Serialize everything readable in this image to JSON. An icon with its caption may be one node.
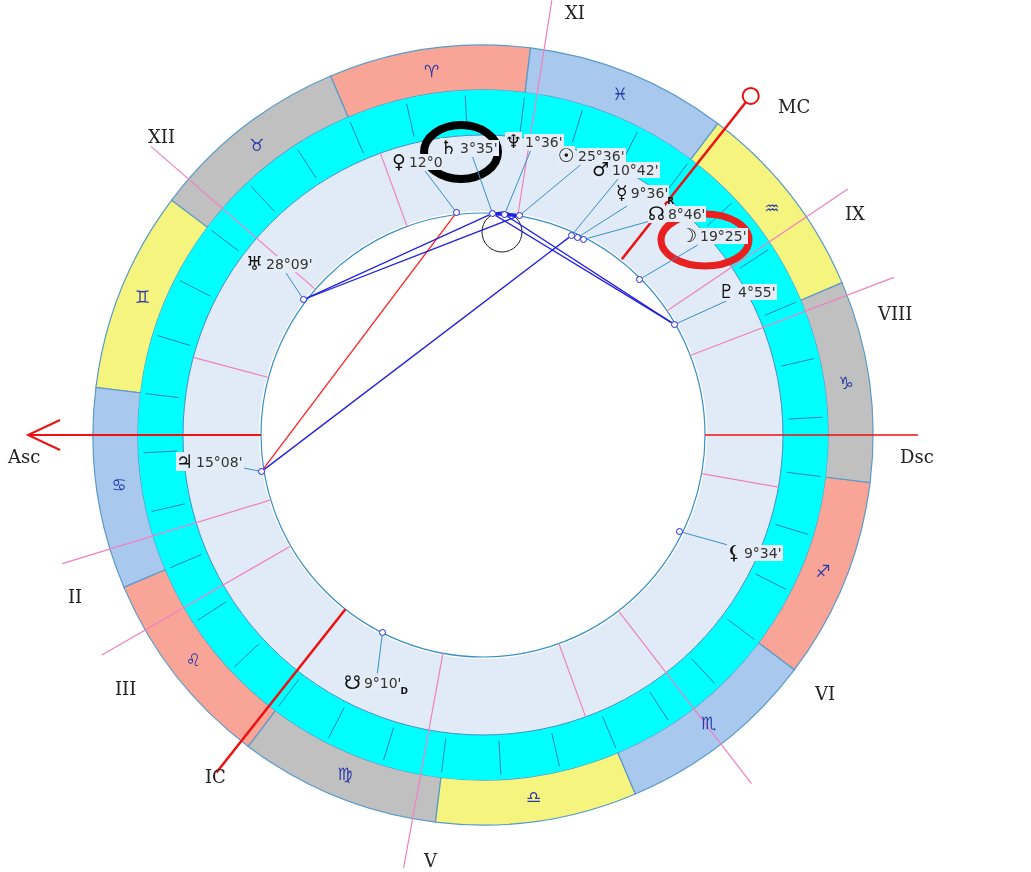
{
  "diagram": {
    "nodes": [
      {
        "text": [
          "♀",
          "12°0"
        ]
      },
      {
        "text": [
          "♄",
          "3°35'"
        ]
      },
      {
        "text": [
          "♆",
          "1°36'"
        ]
      },
      {
        "text": [
          "☉",
          "25°36'"
        ]
      },
      {
        "text": [
          "♂",
          "10°42'"
        ]
      },
      {
        "text": [
          "☿",
          "9°36'",
          "R"
        ]
      },
      {
        "text": [
          "☊",
          "8°46'"
        ]
      },
      {
        "text": [
          "☽",
          "19°25'"
        ]
      },
      {
        "text": [
          "♇",
          "4°55'"
        ]
      },
      {
        "text": [
          "⚸",
          "9°34'"
        ]
      },
      {
        "text": [
          "☋",
          "9°10'",
          "D"
        ]
      },
      {
        "text": [
          "♃",
          "15°08'"
        ]
      },
      {
        "text": [
          "♅",
          "28°09'"
        ]
      },
      {
        "text": [],
        "shape": "circle"
      },
      {
        "text": [],
        "shape": "circle"
      },
      {
        "text": [],
        "shape": "circle"
      },
      {
        "text": [],
        "shape": "circle"
      },
      {
        "text": [],
        "shape": "circle"
      },
      {
        "text": [],
        "shape": "circle"
      },
      {
        "text": [],
        "shape": "circle"
      },
      {
        "text": [],
        "shape": "circle"
      },
      {
        "text": [],
        "shape": "circle"
      },
      {
        "text": [],
        "shape": "circle"
      },
      {
        "text": [],
        "shape": "circle"
      },
      {
        "text": [],
        "shape": "circle"
      },
      {
        "text": [],
        "shape": "circle"
      }
    ],
    "edges": [
      {
        "from": 0,
        "to": 13,
        "arrow": "none"
      },
      {
        "from": 1,
        "to": 14,
        "arrow": "none"
      },
      {
        "from": 2,
        "to": 15,
        "arrow": "none"
      },
      {
        "from": 3,
        "to": 16,
        "arrow": "none"
      },
      {
        "from": 4,
        "to": 17,
        "arrow": "none"
      },
      {
        "from": 5,
        "to": 18,
        "arrow": "none"
      },
      {
        "from": 6,
        "to": 19,
        "arrow": "none"
      },
      {
        "from": 7,
        "to": 20,
        "arrow": "none"
      },
      {
        "from": 8,
        "to": 21,
        "arrow": "none"
      },
      {
        "from": 9,
        "to": 22,
        "arrow": "none"
      },
      {
        "from": 10,
        "to": 23,
        "arrow": "none"
      },
      {
        "from": 11,
        "to": 24,
        "arrow": "none"
      },
      {
        "from": 12,
        "to": 25,
        "arrow": "none"
      },
      {
        "from": 24,
        "to": 13,
        "arrow": "none",
        "color": "#ff2020"
      },
      {
        "from": 24,
        "to": 17,
        "arrow": "none",
        "color": "#2020e0"
      },
      {
        "from": 25,
        "to": 14,
        "arrow": "none",
        "color": "#2020e0"
      },
      {
        "from": 25,
        "to": 16,
        "arrow": "none",
        "color": "#2020e0"
      },
      {
        "from": 14,
        "to": 21,
        "arrow": "none",
        "color": "#2020e0"
      },
      {
        "from": 15,
        "to": 21,
        "arrow": "none",
        "color": "#2020e0"
      },
      {
        "from": 14,
        "to": 16,
        "arrow": "none",
        "style": "thick",
        "color": "#2020e0"
      }
    ],
    "labels": [
      "XI",
      "MC",
      "♈",
      "♓",
      "XII",
      "♉",
      "IX",
      "♒",
      "♊",
      "VIII",
      "♑",
      "Asc",
      "Dsc",
      "♋",
      "♐",
      "II",
      "VI",
      "♌",
      "III",
      "♏",
      "IC",
      "♍",
      "♎",
      "V"
    ]
  }
}
